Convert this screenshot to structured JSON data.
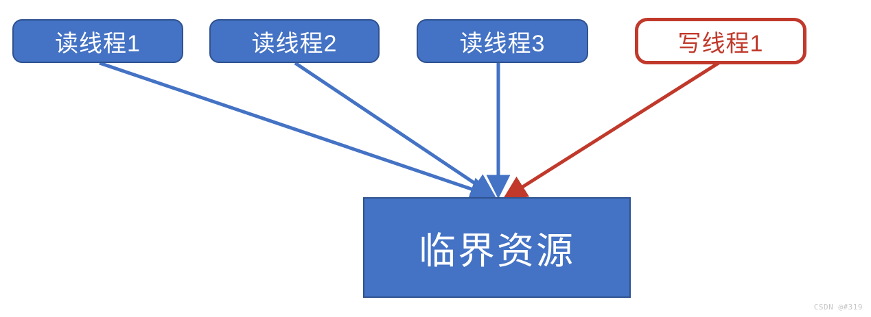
{
  "diagram": {
    "title": "reader-writer-critical-resource",
    "colors": {
      "reader_fill": "#4472c4",
      "reader_border": "#2f528f",
      "reader_text": "#ffffff",
      "writer_fill": "#ffffff",
      "writer_border": "#c0392b",
      "writer_text": "#c0392b",
      "resource_fill": "#4472c4",
      "resource_border": "#2f528f",
      "resource_text": "#ffffff",
      "read_edge": "#4472c4",
      "write_edge": "#c0392b",
      "background": "#ffffff",
      "watermark": "#c7c7c7"
    },
    "nodes": [
      {
        "id": "reader-1",
        "label": "读线程1",
        "kind": "reader"
      },
      {
        "id": "reader-2",
        "label": "读线程2",
        "kind": "reader"
      },
      {
        "id": "reader-3",
        "label": "读线程3",
        "kind": "reader"
      },
      {
        "id": "writer-1",
        "label": "写线程1",
        "kind": "writer"
      },
      {
        "id": "resource",
        "label": "临界资源",
        "kind": "resource"
      }
    ],
    "edges": [
      {
        "id": "edge-reader-1",
        "from": "reader-1",
        "to": "resource",
        "color": "#4472c4",
        "arrow": true
      },
      {
        "id": "edge-reader-2",
        "from": "reader-2",
        "to": "resource",
        "color": "#4472c4",
        "arrow": true
      },
      {
        "id": "edge-reader-3",
        "from": "reader-3",
        "to": "resource",
        "color": "#4472c4",
        "arrow": true
      },
      {
        "id": "edge-writer-1",
        "from": "writer-1",
        "to": "resource",
        "color": "#c0392b",
        "arrow": true
      }
    ]
  },
  "watermark": {
    "text": "CSDN @#319"
  }
}
